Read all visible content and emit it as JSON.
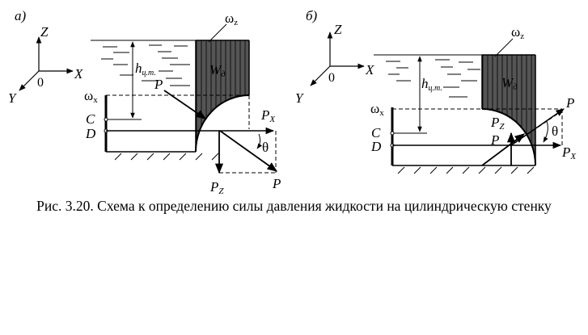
{
  "panel_a": {
    "label": "а)",
    "axis_z": "Z",
    "axis_x": "X",
    "axis_y": "Y",
    "origin": "0",
    "omega_z": "ω",
    "omega_z_sub": "z",
    "omega_x": "ω",
    "omega_x_sub": "x",
    "w": "W",
    "w_sub": "д",
    "h": "h",
    "h_sub": "ц.т.",
    "c": "C",
    "d": "D",
    "p_top": "P",
    "px": "P",
    "px_sub": "X",
    "pz": "P",
    "pz_sub": "Z",
    "p_bottom": "P",
    "theta": "θ"
  },
  "panel_b": {
    "label": "б)",
    "axis_z": "Z",
    "axis_x": "X",
    "axis_y": "Y",
    "origin": "0",
    "omega_z": "ω",
    "omega_z_sub": "z",
    "omega_x": "ω",
    "omega_x_sub": "x",
    "w": "W",
    "w_sub": "д",
    "h": "h",
    "h_sub": "ц.т.",
    "c": "C",
    "d": "D",
    "p_right": "P",
    "pz": "P",
    "pz_sub": "Z",
    "p_mid": "P",
    "theta": "θ",
    "px": "P",
    "px_sub": "X"
  },
  "caption": "Рис. 3.20. Схема к определению силы давления жидкости на цилиндрическую стенку"
}
